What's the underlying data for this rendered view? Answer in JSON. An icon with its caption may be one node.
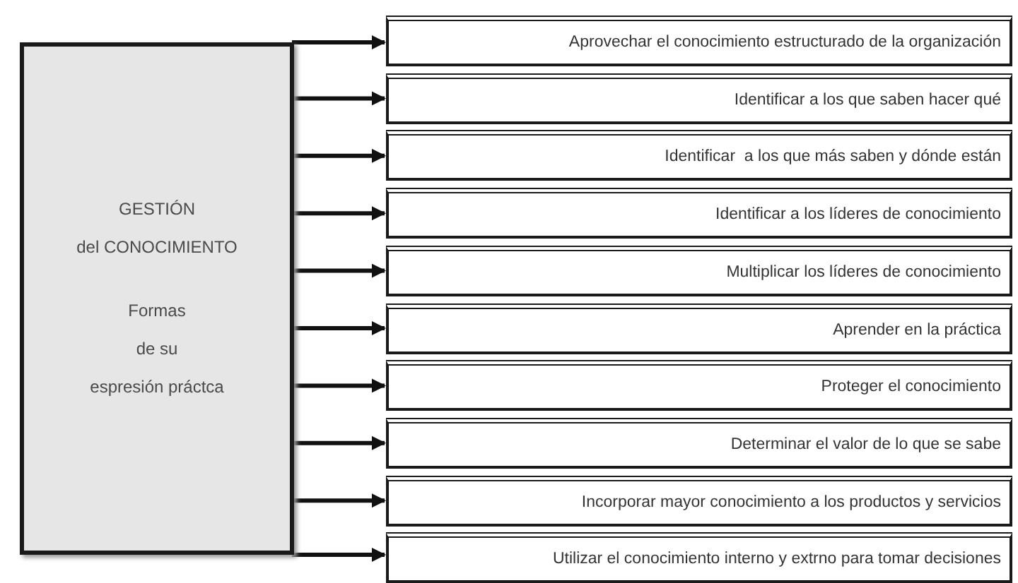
{
  "diagram": {
    "nodes": [
      {
        "text": [
          "GESTIÓN del CONOCIMIENTO",
          "Formas de su espresión práctca"
        ]
      },
      {
        "text": [
          "Aprovechar el conocimiento estructurado de la organización"
        ]
      },
      {
        "text": [
          "Identificar a los que saben hacer qué"
        ]
      },
      {
        "text": [
          "Identificar  a los que más saben y dónde están"
        ]
      },
      {
        "text": [
          "Identificar a los líderes de conocimiento"
        ]
      },
      {
        "text": [
          "Multiplicar los líderes de conocimiento"
        ]
      },
      {
        "text": [
          "Aprender en la práctica"
        ]
      },
      {
        "text": [
          "Proteger el conocimiento"
        ]
      },
      {
        "text": [
          "Determinar el valor de lo que se sabe"
        ]
      },
      {
        "text": [
          "Incorporar mayor conocimiento a los productos y servicios"
        ]
      },
      {
        "text": [
          "Utilizar el conocimiento interno y extrno para tomar decisiones"
        ]
      }
    ],
    "edges": [
      {
        "from": 0,
        "to": 1,
        "arrow": "to"
      },
      {
        "from": 0,
        "to": 2,
        "arrow": "to"
      },
      {
        "from": 0,
        "to": 3,
        "arrow": "to"
      },
      {
        "from": 0,
        "to": 4,
        "arrow": "to"
      },
      {
        "from": 0,
        "to": 5,
        "arrow": "to"
      },
      {
        "from": 0,
        "to": 6,
        "arrow": "to"
      },
      {
        "from": 0,
        "to": 7,
        "arrow": "to"
      },
      {
        "from": 0,
        "to": 8,
        "arrow": "to"
      },
      {
        "from": 0,
        "to": 9,
        "arrow": "to"
      },
      {
        "from": 0,
        "to": 10,
        "arrow": "to"
      }
    ]
  }
}
